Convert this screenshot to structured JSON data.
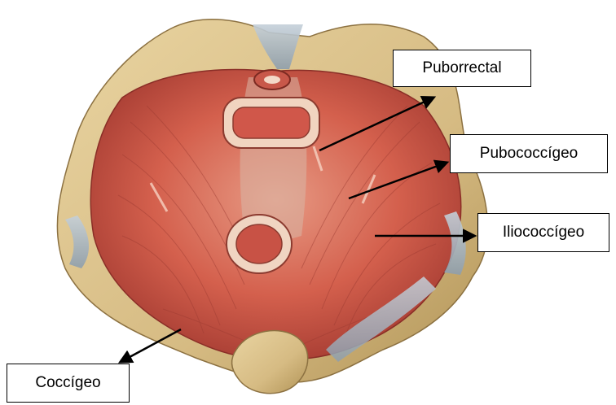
{
  "labels": {
    "puborrectal": "Puborrectal",
    "pubococcigeo": "Pubococcígeo",
    "iliococcigeo": "Iliococcígeo",
    "coccigeo": "Coccígeo"
  },
  "colors": {
    "muscle": "#d1604f",
    "muscle_dark": "#a93b33",
    "muscle_light": "#e38a73",
    "bone": "#d8c08a",
    "bone_shadow": "#b39658",
    "ligament": "#a9b6c2",
    "arrow": "#000000"
  }
}
